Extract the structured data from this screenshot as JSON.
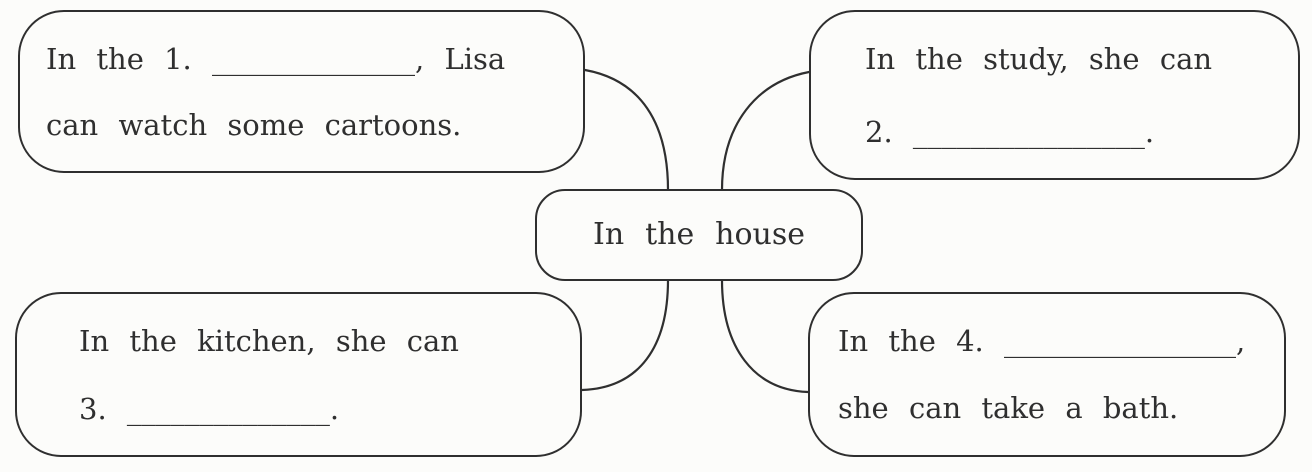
{
  "colors": {
    "ink": "#2f2f2f",
    "paper": "#fcfcfa"
  },
  "diagram": {
    "center": {
      "label": "In the house"
    },
    "boxes": [
      {
        "position": "top-left",
        "topic": "blank-1-watch-cartoons",
        "line1": "In the 1. ______________, Lisa",
        "line2": "can watch some cartoons."
      },
      {
        "position": "top-right",
        "topic": "study-blank-2",
        "line1": "In the study, she can",
        "line2": "2. ________________."
      },
      {
        "position": "bottom-left",
        "topic": "kitchen-blank-3",
        "line1": "In the kitchen, she can",
        "line2": "3. ______________."
      },
      {
        "position": "bottom-right",
        "topic": "blank-4-take-a-bath",
        "line1": "In the 4. ________________,",
        "line2": "she can take a bath."
      }
    ]
  }
}
